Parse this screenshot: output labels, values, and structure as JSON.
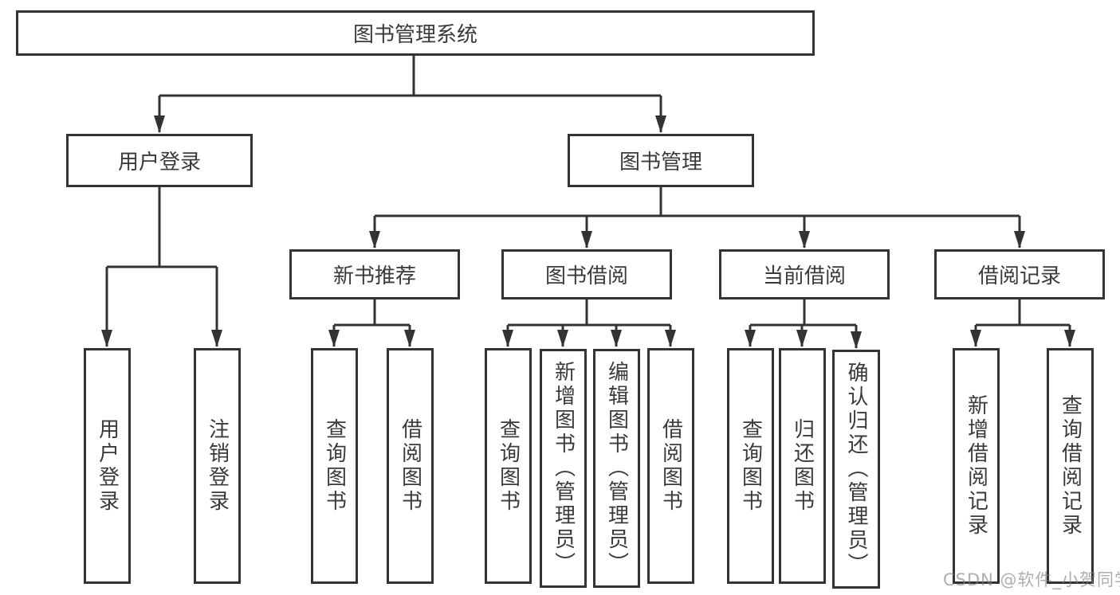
{
  "diagram_type": "hierarchy-tree",
  "colors": {
    "line": "#333333",
    "box_border": "#333333",
    "box_background": "#ffffff",
    "text": "#3a3a3a",
    "watermark_text": "#9e9e9e"
  },
  "tree": {
    "label": "图书管理系统",
    "children": [
      {
        "label": "用户登录",
        "children": [
          {
            "label": "用户登录"
          },
          {
            "label": "注销登录"
          }
        ]
      },
      {
        "label": "图书管理",
        "children": [
          {
            "label": "新书推荐",
            "children": [
              {
                "label": "查询图书"
              },
              {
                "label": "借阅图书"
              }
            ]
          },
          {
            "label": "图书借阅",
            "children": [
              {
                "label": "查询图书"
              },
              {
                "label": "新增图书（管理员）"
              },
              {
                "label": "编辑图书（管理员）"
              },
              {
                "label": "借阅图书"
              }
            ]
          },
          {
            "label": "当前借阅",
            "children": [
              {
                "label": "查询图书"
              },
              {
                "label": "归还图书"
              },
              {
                "label": "确认归还（管理员）"
              }
            ]
          },
          {
            "label": "借阅记录",
            "children": [
              {
                "label": "新增借阅记录"
              },
              {
                "label": "查询借阅记录"
              }
            ]
          }
        ]
      }
    ]
  },
  "watermark": {
    "text": "CSDN @软件_小贺同学"
  }
}
